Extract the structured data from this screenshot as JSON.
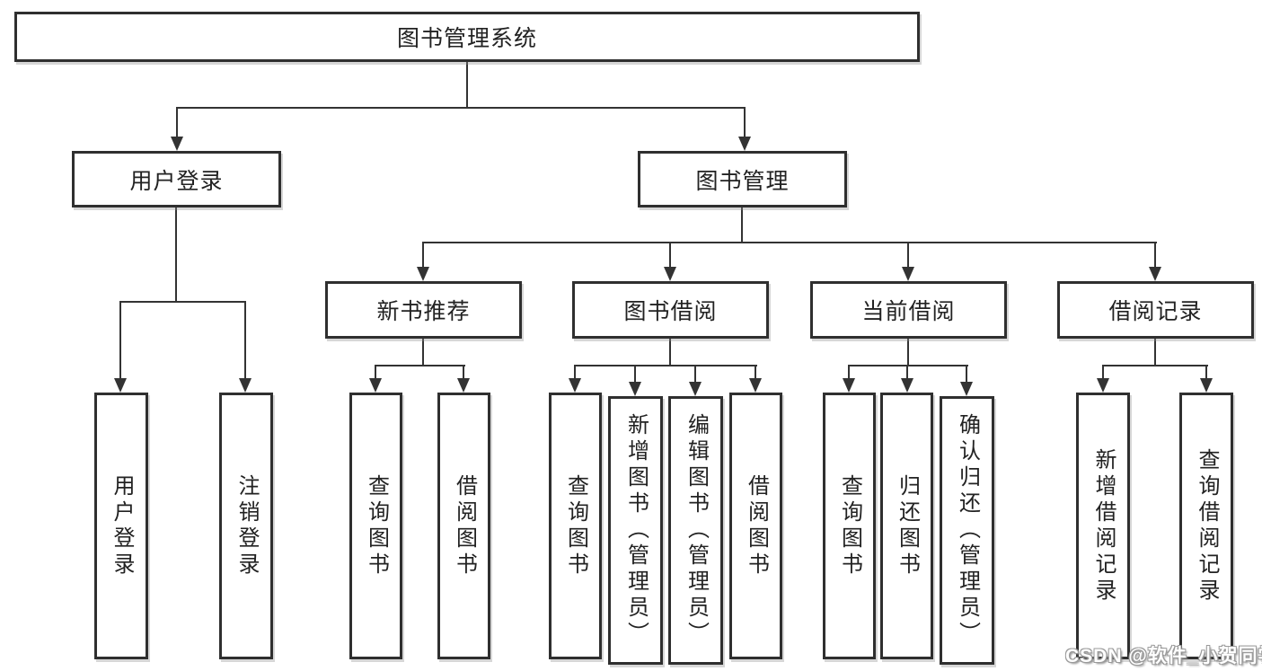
{
  "diagram": {
    "title": "图书管理系统",
    "watermark": "CSDN @软件_小贺同学",
    "colors": {
      "line": "#333333",
      "box_border": "#2f2f2f",
      "text": "#222222",
      "background": "#ffffff",
      "watermark_fill": "#ffffff",
      "watermark_outline": "#9a9a9a"
    },
    "nodes": {
      "root": {
        "label": "图书管理系统"
      },
      "user_login_group": {
        "label": "用户登录"
      },
      "book_mgmt": {
        "label": "图书管理"
      },
      "user_login": {
        "label": "用户登录"
      },
      "logout_login": {
        "label": "注销登录"
      },
      "new_book_rec": {
        "label": "新书推荐"
      },
      "book_borrow": {
        "label": "图书借阅"
      },
      "current_borrow": {
        "label": "当前借阅"
      },
      "borrow_record": {
        "label": "借阅记录"
      },
      "rec_query_book": {
        "label": "查询图书"
      },
      "rec_borrow_book": {
        "label": "借阅图书"
      },
      "bb_query_book": {
        "label": "查询图书"
      },
      "bb_add_book": {
        "label": "新增图书（管理员）"
      },
      "bb_edit_book": {
        "label": "编辑图书（管理员）"
      },
      "bb_borrow_book": {
        "label": "借阅图书"
      },
      "cb_query_book": {
        "label": "查询图书"
      },
      "cb_return_book": {
        "label": "归还图书"
      },
      "cb_confirm_return": {
        "label": "确认归还（管理员）"
      },
      "br_add_record": {
        "label": "新增借阅记录"
      },
      "br_query_record": {
        "label": "查询借阅记录"
      }
    }
  }
}
